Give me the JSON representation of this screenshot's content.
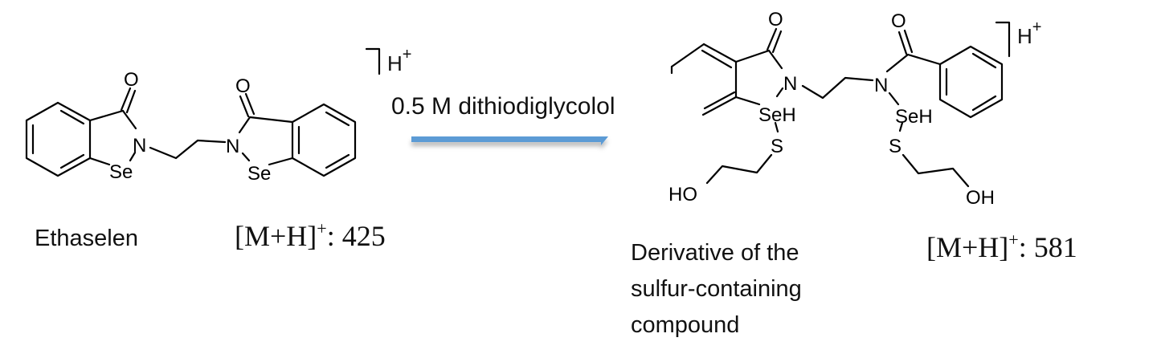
{
  "reaction": {
    "reagent_label": "0.5 M dithiodiglycolol",
    "arrow_color": "#5b9bd5"
  },
  "reactant": {
    "name": "Ethaselen",
    "mass_prefix": "[M+H]",
    "mass_sup": "+",
    "mass_value": ": 425",
    "charge_label": "H",
    "charge_sup": "+",
    "atoms": {
      "o1": "O",
      "n1": "N",
      "se1": "Se",
      "o2": "O",
      "n2": "N",
      "se2": "Se"
    }
  },
  "product": {
    "name_lines": [
      "Derivative of the",
      "sulfur-containing",
      "compound"
    ],
    "mass_prefix": "[M+H]",
    "mass_sup": "+",
    "mass_value": ": 581",
    "charge_label": "H",
    "charge_sup": "+",
    "atoms": {
      "o1": "O",
      "n1": "N",
      "seh1": "SeH",
      "s1": "S",
      "ho1": "HO",
      "o2": "O",
      "n2": "N",
      "seh2": "SeH",
      "s2": "S",
      "oh2": "OH"
    }
  }
}
